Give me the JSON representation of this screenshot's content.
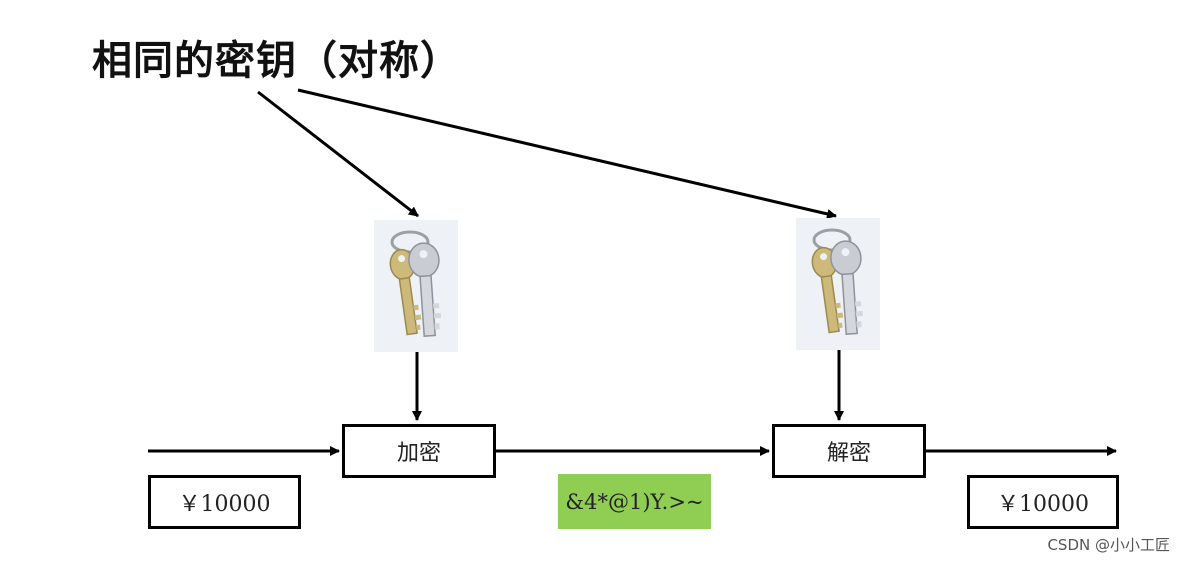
{
  "title": "相同的密钥（对称）",
  "encrypt": {
    "label": "加密"
  },
  "decrypt": {
    "label": "解密"
  },
  "plaintext_in": "￥10000",
  "ciphertext": "&4*@1)Y.>~",
  "plaintext_out": "￥10000",
  "watermark": "CSDN @小小工匠",
  "colors": {
    "cipher_fill": "#8fce52",
    "line": "#000000",
    "key_tile": "#eef1f6",
    "key_silver": "#c9ccd2",
    "key_gold": "#cdb979"
  },
  "icons": {
    "key_left": "keys-icon",
    "key_right": "keys-icon"
  }
}
